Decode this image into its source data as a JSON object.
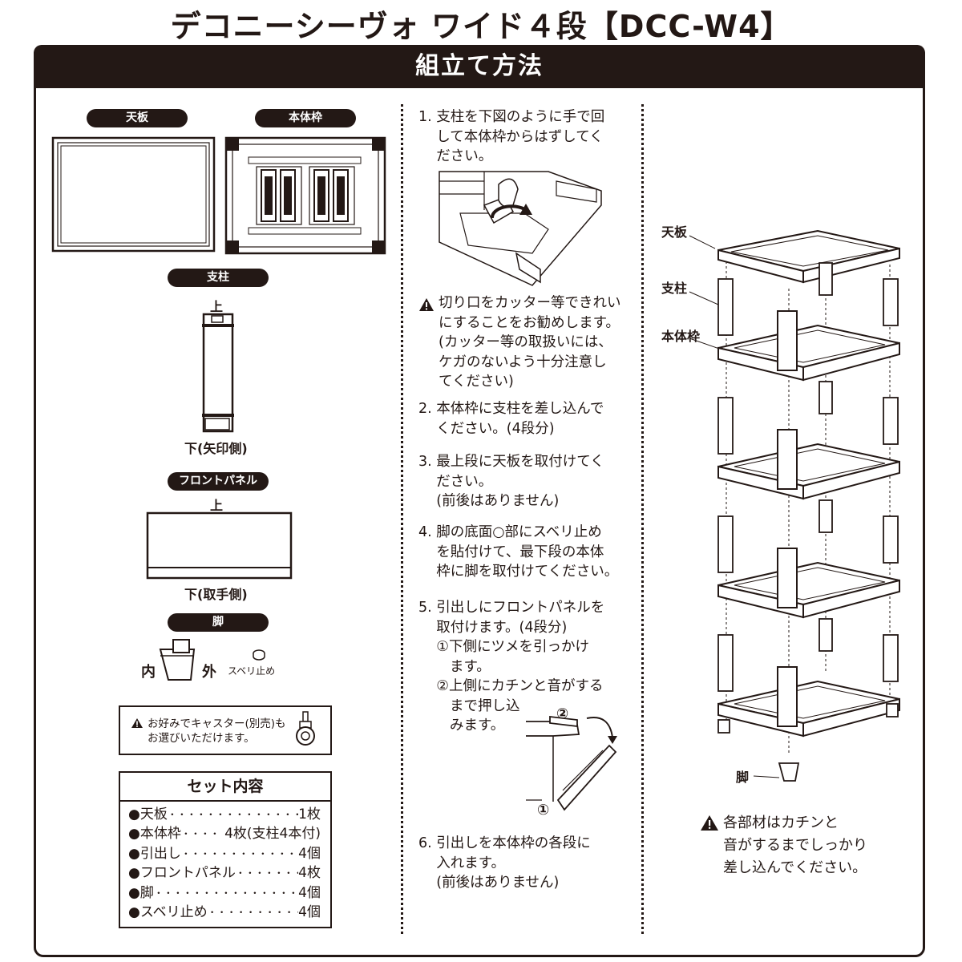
{
  "title": "デコニーシーヴォ ワイド４段【DCC-W4】",
  "banner": "組立て方法",
  "parts": {
    "tenban": "天板",
    "hontaiwaku": "本体枠",
    "shichu": "支柱",
    "shichu_top": "上",
    "shichu_bottom": "下(矢印側)",
    "front_panel": "フロントパネル",
    "fp_top": "上",
    "fp_bottom": "下(取手側)",
    "ashi": "脚",
    "ashi_inner": "内",
    "ashi_outer": "外",
    "suberidome": "スベリ止め",
    "caster_note_1": "お好みでキャスター(別売)も",
    "caster_note_2": "お選びいただけます。"
  },
  "set_contents": {
    "heading": "セット内容",
    "items": [
      {
        "name": "●天板",
        "dots": "・・・・・・・・・・・・・・・・",
        "qty": "1枚"
      },
      {
        "name": "●本体枠",
        "dots": "・・・・",
        "qty": "4枚(支柱4本付)"
      },
      {
        "name": "●引出し",
        "dots": "・・・・・・・・・・・・・・・・",
        "qty": "4個"
      },
      {
        "name": "●フロントパネル",
        "dots": "・・・・・・・・・",
        "qty": "4枚"
      },
      {
        "name": "●脚",
        "dots": "・・・・・・・・・・・・・・・・・・・",
        "qty": "4個"
      },
      {
        "name": "●スベリ止め",
        "dots": "・・・・・・・・・・・・・",
        "qty": "4個"
      }
    ]
  },
  "steps": {
    "s1": "1. 支柱を下図のように手で回\n    して本体枠からはずしてく\n    ださい。",
    "warn": "切り口をカッター等できれい\nにすることをお勧めします。\n(カッター等の取扱いには、\nケガのないよう十分注意し\nてください)",
    "s2": "2. 本体枠に支柱を差し込んで\n    ください。(4段分)",
    "s3": "3. 最上段に天板を取付けてく\n    ださい。\n    (前後はありません)",
    "s4": "4. 脚の底面○部にスベリ止め\n    を貼付けて、最下段の本体\n    枠に脚を取付けてください。",
    "s5": "5. 引出しにフロントパネルを\n    取付けます。(4段分)\n    ①下側にツメを引っかけ\n       ます。\n    ②上側にカチンと音がする\n       まで押し込\n       みます。",
    "s5_circle1": "①",
    "s5_circle2": "②",
    "s6": "6. 引出しを本体枠の各段に\n    入れます。\n    (前後はありません)"
  },
  "exploded": {
    "tenban": "天板",
    "shichu": "支柱",
    "hontaiwaku": "本体枠",
    "ashi": "脚",
    "note": "各部材はカチンと\n音がするまでしっかり\n差し込んでください。"
  }
}
